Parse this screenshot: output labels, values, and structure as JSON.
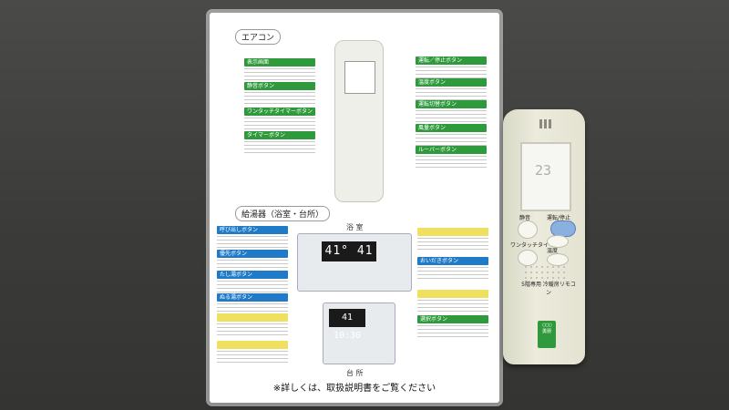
{
  "sheet": {
    "ac_section_label": "エアコン",
    "boiler_section_label": "給湯器（浴室・台所）",
    "bath_label": "浴 室",
    "kitchen_label": "台 所",
    "footer_note": "※詳しくは、取扱説明書をご覧ください",
    "ac_left_callouts": [
      {
        "label": "表示画面",
        "color": "green"
      },
      {
        "label": "静音ボタン",
        "color": "green"
      },
      {
        "label": "ワンタッチタイマーボタン",
        "color": "green"
      },
      {
        "label": "タイマーボタン",
        "color": "green"
      }
    ],
    "ac_right_callouts": [
      {
        "label": "運転／停止ボタン",
        "color": "green"
      },
      {
        "label": "温度ボタン",
        "color": "green"
      },
      {
        "label": "運転切替ボタン",
        "color": "green"
      },
      {
        "label": "風量ボタン",
        "color": "green"
      },
      {
        "label": "ルーバーボタン",
        "color": "green"
      }
    ],
    "boiler_left_callouts": [
      {
        "label": "呼び出しボタン",
        "color": "blue"
      },
      {
        "label": "優先ボタン",
        "color": "blue"
      },
      {
        "label": "たし湯ボタン",
        "color": "blue"
      },
      {
        "label": "ぬる湯ボタン",
        "color": "blue"
      }
    ],
    "boiler_right_callouts": [
      {
        "label": "おいだきボタン",
        "color": "blue"
      },
      {
        "label": "選択ボタン",
        "color": "green"
      }
    ],
    "bath_display": "41° 41",
    "kitchen_display": "41 10:30"
  },
  "remote": {
    "lcd_value": "23",
    "quiet_label": "静音",
    "power_label": "運転/停止",
    "timer_label": "ワンタッチタイマー",
    "temp_label": "温度",
    "model_text": "5階専用 冷暖房リモコン",
    "brand_text": "勇朋"
  },
  "colors": {
    "callout_green": "#2f9a3c",
    "callout_blue": "#1f7ac8",
    "remote_body": "#e4e3d2"
  }
}
